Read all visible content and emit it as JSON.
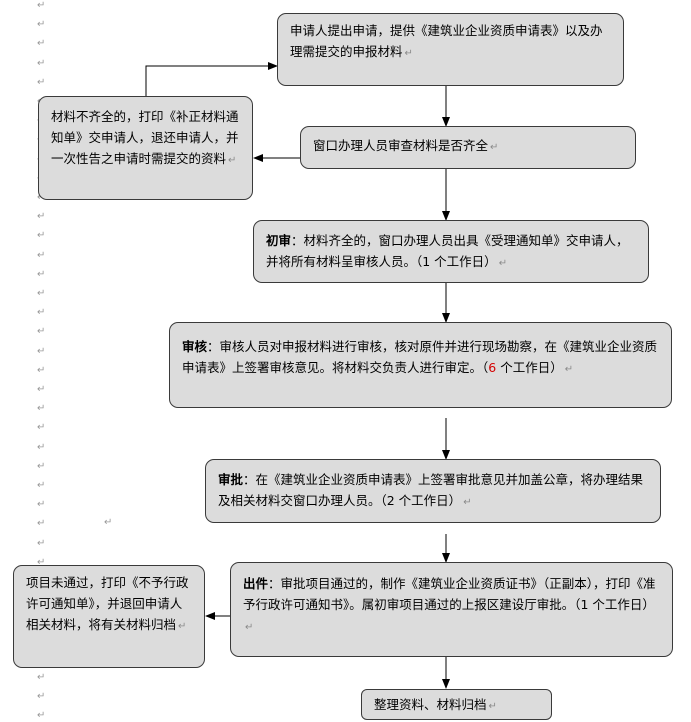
{
  "paragraph_mark": "↵",
  "nodes": {
    "apply": "申请人提出申请，提供《建筑业企业资质申请表》以及办理需提交的申报材料",
    "incomplete": "材料不齐全的，打印《补正材料通知单》交申请人，退还申请人，并一次性告之申请时需提交的资料",
    "check": "窗口办理人员审查材料是否齐全",
    "initial_label": "初审",
    "initial_text": "：材料齐全的，窗口办理人员出具《受理通知单》交申请人，并将所有材料呈审核人员。（1 个工作日）",
    "review_label": "审核",
    "review_text": "：审核人员对申报材料进行审核，核对原件并进行现场勘察，在《建筑业企业资质申请表》上签署审核意见。将材料交负责人进行审定。（",
    "review_days": "6",
    "review_tail": " 个工作日）",
    "approve_label": "审批",
    "approve_text": "：在《建筑业企业资质申请表》上签署审批意见并加盖公章，将办理结果及相关材料交窗口办理人员。（2 个工作日）",
    "issue_label": "出件",
    "issue_text": "：审批项目通过的，制作《建筑业企业资质证书》（正副本），打印《准予行政许可通知书》。属初审项目通过的上报区建设厅审批。（1 个工作日）",
    "reject": "项目未通过，打印《不予行政许可通知单》，并退回申请人相关材料，将有关材料归档",
    "archive": "整理资料、材料归档"
  },
  "colors": {
    "box_fill": "#dcdcdc",
    "box_border": "#3a3a3a",
    "arrow": "#000000",
    "highlight": "#d40000"
  }
}
